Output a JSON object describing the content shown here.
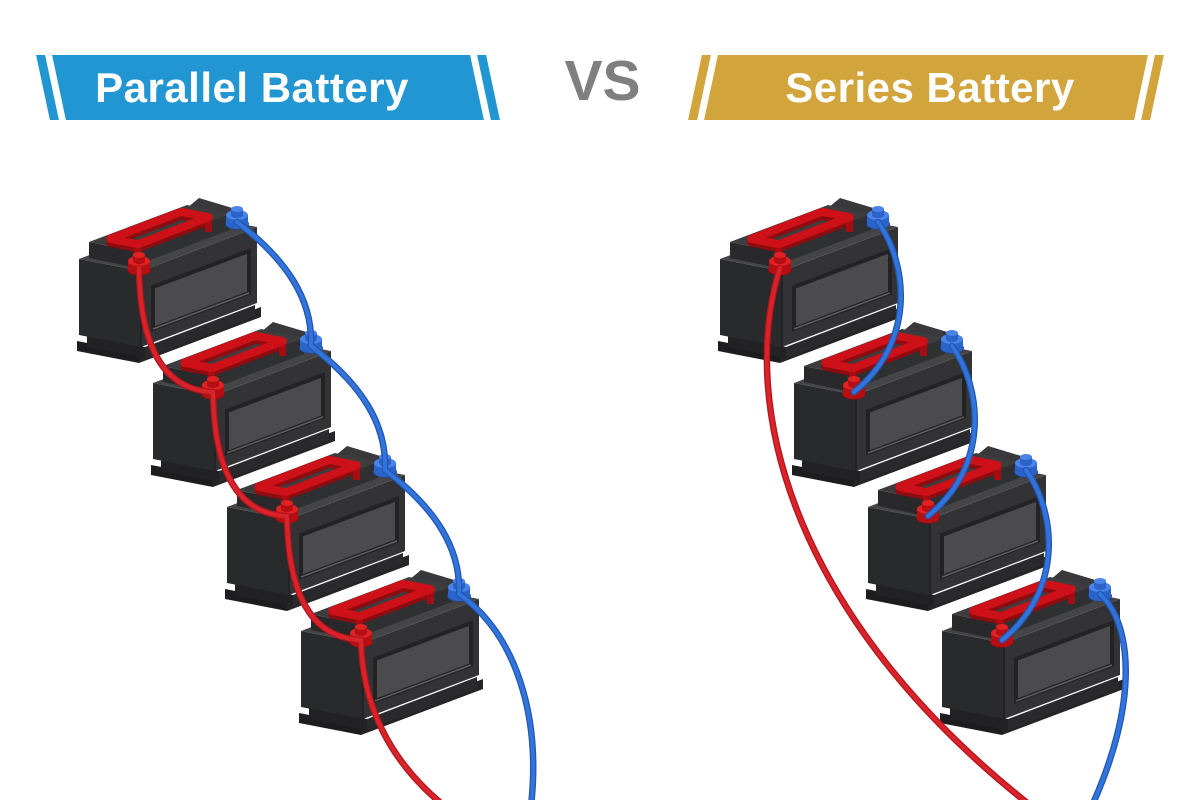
{
  "header": {
    "parallel_label": "Parallel Battery",
    "vs_label": "VS",
    "series_label": "Series Battery"
  },
  "colors": {
    "parallel_banner": "#2196d3",
    "series_banner": "#d2a43c",
    "vs_text": "#7f7f7f",
    "wire_red": "#d8232b",
    "wire_red_dark": "#b3151c",
    "wire_blue": "#3273dc",
    "wire_blue_dark": "#2257b0",
    "battery_body": "#333335",
    "terminal_positive_red": "#e12222",
    "terminal_negative_blue": "#4a84e8"
  },
  "diagram": {
    "parallel_bank": {
      "battery_count": 4,
      "wiring": "positive-to-positive (red) and negative-to-negative (blue) links between adjacent batteries"
    },
    "series_bank": {
      "battery_count": 4,
      "wiring": "negative-to-positive (blue) chain links with one long red lead from first positive terminal"
    }
  }
}
